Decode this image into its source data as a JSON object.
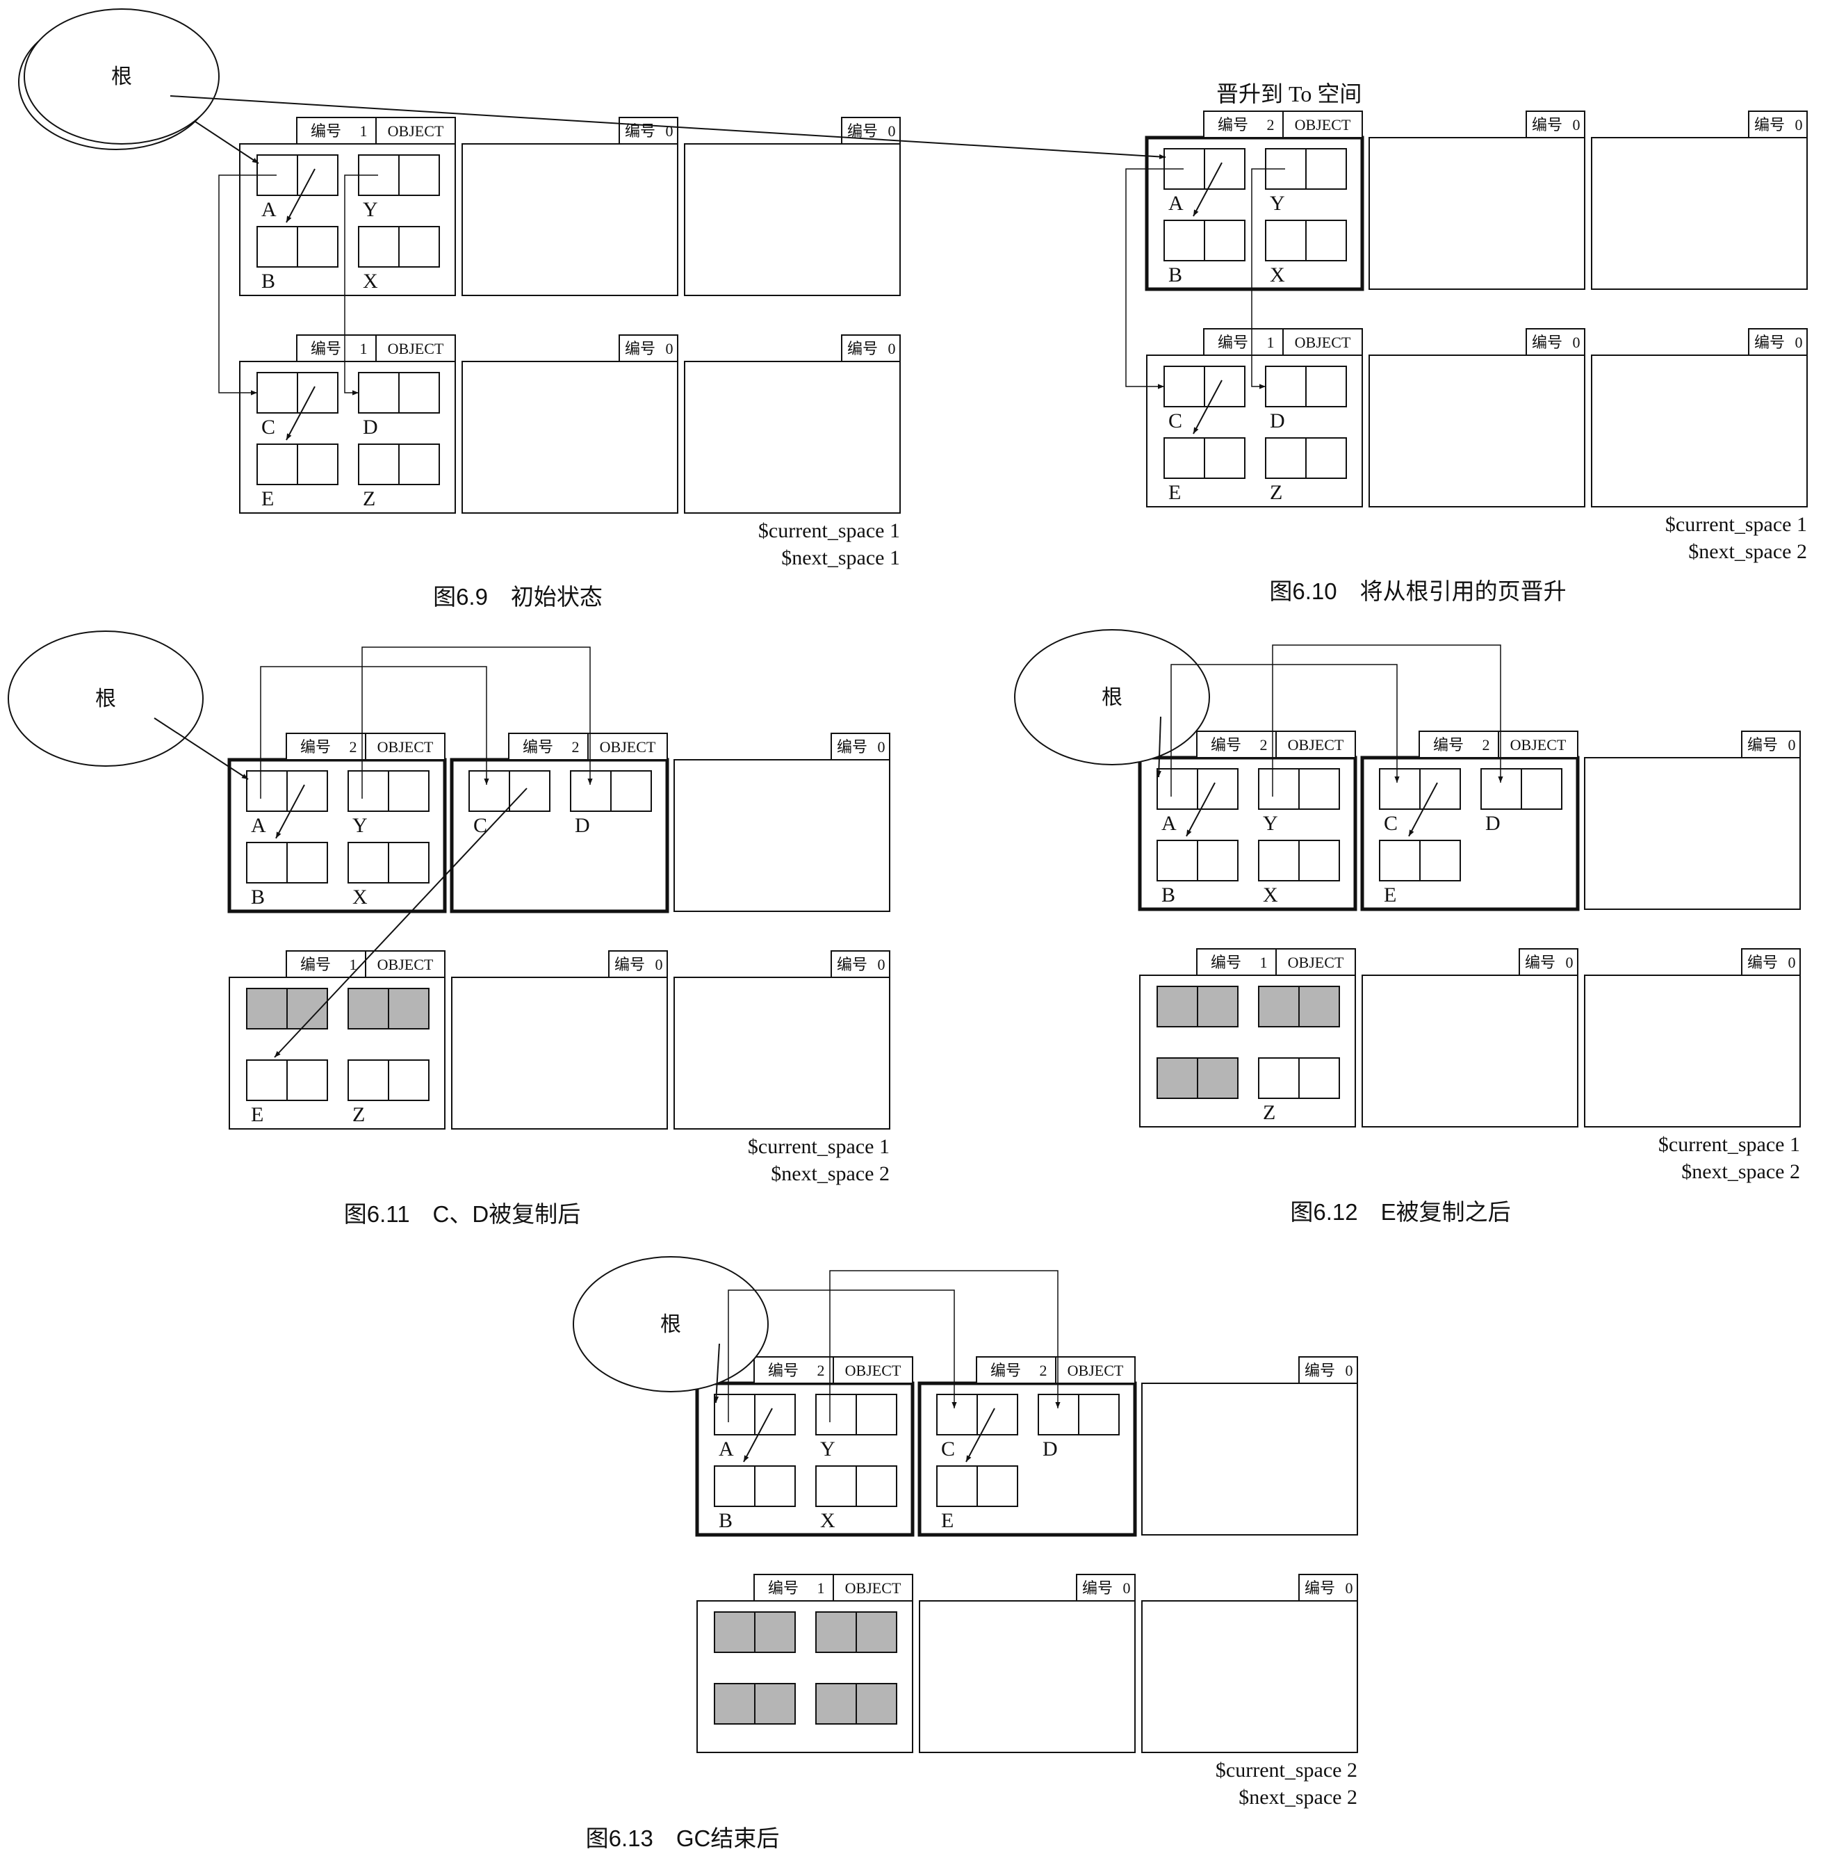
{
  "labels": {
    "root": "根",
    "number": "编号",
    "object": "OBJECT",
    "promote_to": "晋升到 To 空间"
  },
  "figures": [
    {
      "id": "fig-6-9",
      "caption": "图6.9　初始状态",
      "status": [
        "$current_space 1",
        "$next_space 1"
      ],
      "pages": [
        {
          "num": "1",
          "object": true,
          "bold": false,
          "objects": [
            {
              "label": "A",
              "gray": false
            },
            {
              "label": "Y",
              "gray": false
            },
            {
              "label": "B",
              "gray": false
            },
            {
              "label": "X",
              "gray": false
            }
          ]
        },
        {
          "num": "0",
          "object": false,
          "bold": false,
          "objects": []
        },
        {
          "num": "0",
          "object": false,
          "bold": false,
          "objects": []
        },
        {
          "num": "1",
          "object": true,
          "bold": false,
          "objects": [
            {
              "label": "C",
              "gray": false
            },
            {
              "label": "D",
              "gray": false
            },
            {
              "label": "E",
              "gray": false
            },
            {
              "label": "Z",
              "gray": false
            }
          ]
        },
        {
          "num": "0",
          "object": false,
          "bold": false,
          "objects": []
        },
        {
          "num": "0",
          "object": false,
          "bold": false,
          "objects": []
        }
      ]
    },
    {
      "id": "fig-6-10",
      "caption": "图6.10　将从根引用的页晋升",
      "status": [
        "$current_space 1",
        "$next_space 2"
      ],
      "pages": [
        {
          "num": "2",
          "object": true,
          "bold": true,
          "objects": [
            {
              "label": "A",
              "gray": false
            },
            {
              "label": "Y",
              "gray": false
            },
            {
              "label": "B",
              "gray": false
            },
            {
              "label": "X",
              "gray": false
            }
          ]
        },
        {
          "num": "0",
          "object": false,
          "bold": false,
          "objects": []
        },
        {
          "num": "0",
          "object": false,
          "bold": false,
          "objects": []
        },
        {
          "num": "1",
          "object": true,
          "bold": false,
          "objects": [
            {
              "label": "C",
              "gray": false
            },
            {
              "label": "D",
              "gray": false
            },
            {
              "label": "E",
              "gray": false
            },
            {
              "label": "Z",
              "gray": false
            }
          ]
        },
        {
          "num": "0",
          "object": false,
          "bold": false,
          "objects": []
        },
        {
          "num": "0",
          "object": false,
          "bold": false,
          "objects": []
        }
      ]
    },
    {
      "id": "fig-6-11",
      "caption": "图6.11　C、D被复制后",
      "status": [
        "$current_space 1",
        "$next_space 2"
      ],
      "pages": [
        {
          "num": "2",
          "object": true,
          "bold": true,
          "objects": [
            {
              "label": "A",
              "gray": false
            },
            {
              "label": "Y",
              "gray": false
            },
            {
              "label": "B",
              "gray": false
            },
            {
              "label": "X",
              "gray": false
            }
          ]
        },
        {
          "num": "2",
          "object": true,
          "bold": true,
          "objects": [
            {
              "label": "C",
              "gray": false
            },
            {
              "label": "D",
              "gray": false
            }
          ]
        },
        {
          "num": "0",
          "object": false,
          "bold": false,
          "objects": []
        },
        {
          "num": "1",
          "object": true,
          "bold": false,
          "objects": [
            {
              "label": "",
              "gray": true
            },
            {
              "label": "",
              "gray": true
            },
            {
              "label": "E",
              "gray": false
            },
            {
              "label": "Z",
              "gray": false
            }
          ]
        },
        {
          "num": "0",
          "object": false,
          "bold": false,
          "objects": []
        },
        {
          "num": "0",
          "object": false,
          "bold": false,
          "objects": []
        }
      ]
    },
    {
      "id": "fig-6-12",
      "caption": "图6.12　E被复制之后",
      "status": [
        "$current_space 1",
        "$next_space 2"
      ],
      "pages": [
        {
          "num": "2",
          "object": true,
          "bold": true,
          "objects": [
            {
              "label": "A",
              "gray": false
            },
            {
              "label": "Y",
              "gray": false
            },
            {
              "label": "B",
              "gray": false
            },
            {
              "label": "X",
              "gray": false
            }
          ]
        },
        {
          "num": "2",
          "object": true,
          "bold": true,
          "objects": [
            {
              "label": "C",
              "gray": false
            },
            {
              "label": "D",
              "gray": false
            },
            {
              "label": "E",
              "gray": false
            }
          ]
        },
        {
          "num": "0",
          "object": false,
          "bold": false,
          "objects": []
        },
        {
          "num": "1",
          "object": true,
          "bold": false,
          "objects": [
            {
              "label": "",
              "gray": true
            },
            {
              "label": "",
              "gray": true
            },
            {
              "label": "",
              "gray": true
            },
            {
              "label": "Z",
              "gray": false
            }
          ]
        },
        {
          "num": "0",
          "object": false,
          "bold": false,
          "objects": []
        },
        {
          "num": "0",
          "object": false,
          "bold": false,
          "objects": []
        }
      ]
    },
    {
      "id": "fig-6-13",
      "caption": "图6.13　GC结束后",
      "status": [
        "$current_space 2",
        "$next_space 2"
      ],
      "pages": [
        {
          "num": "2",
          "object": true,
          "bold": true,
          "objects": [
            {
              "label": "A",
              "gray": false
            },
            {
              "label": "Y",
              "gray": false
            },
            {
              "label": "B",
              "gray": false
            },
            {
              "label": "X",
              "gray": false
            }
          ]
        },
        {
          "num": "2",
          "object": true,
          "bold": true,
          "objects": [
            {
              "label": "C",
              "gray": false
            },
            {
              "label": "D",
              "gray": false
            },
            {
              "label": "E",
              "gray": false
            }
          ]
        },
        {
          "num": "0",
          "object": false,
          "bold": false,
          "objects": []
        },
        {
          "num": "1",
          "object": true,
          "bold": false,
          "objects": [
            {
              "label": "",
              "gray": true
            },
            {
              "label": "",
              "gray": true
            },
            {
              "label": "",
              "gray": true
            },
            {
              "label": "",
              "gray": true
            }
          ]
        },
        {
          "num": "0",
          "object": false,
          "bold": false,
          "objects": []
        },
        {
          "num": "0",
          "object": false,
          "bold": false,
          "objects": []
        }
      ]
    }
  ]
}
